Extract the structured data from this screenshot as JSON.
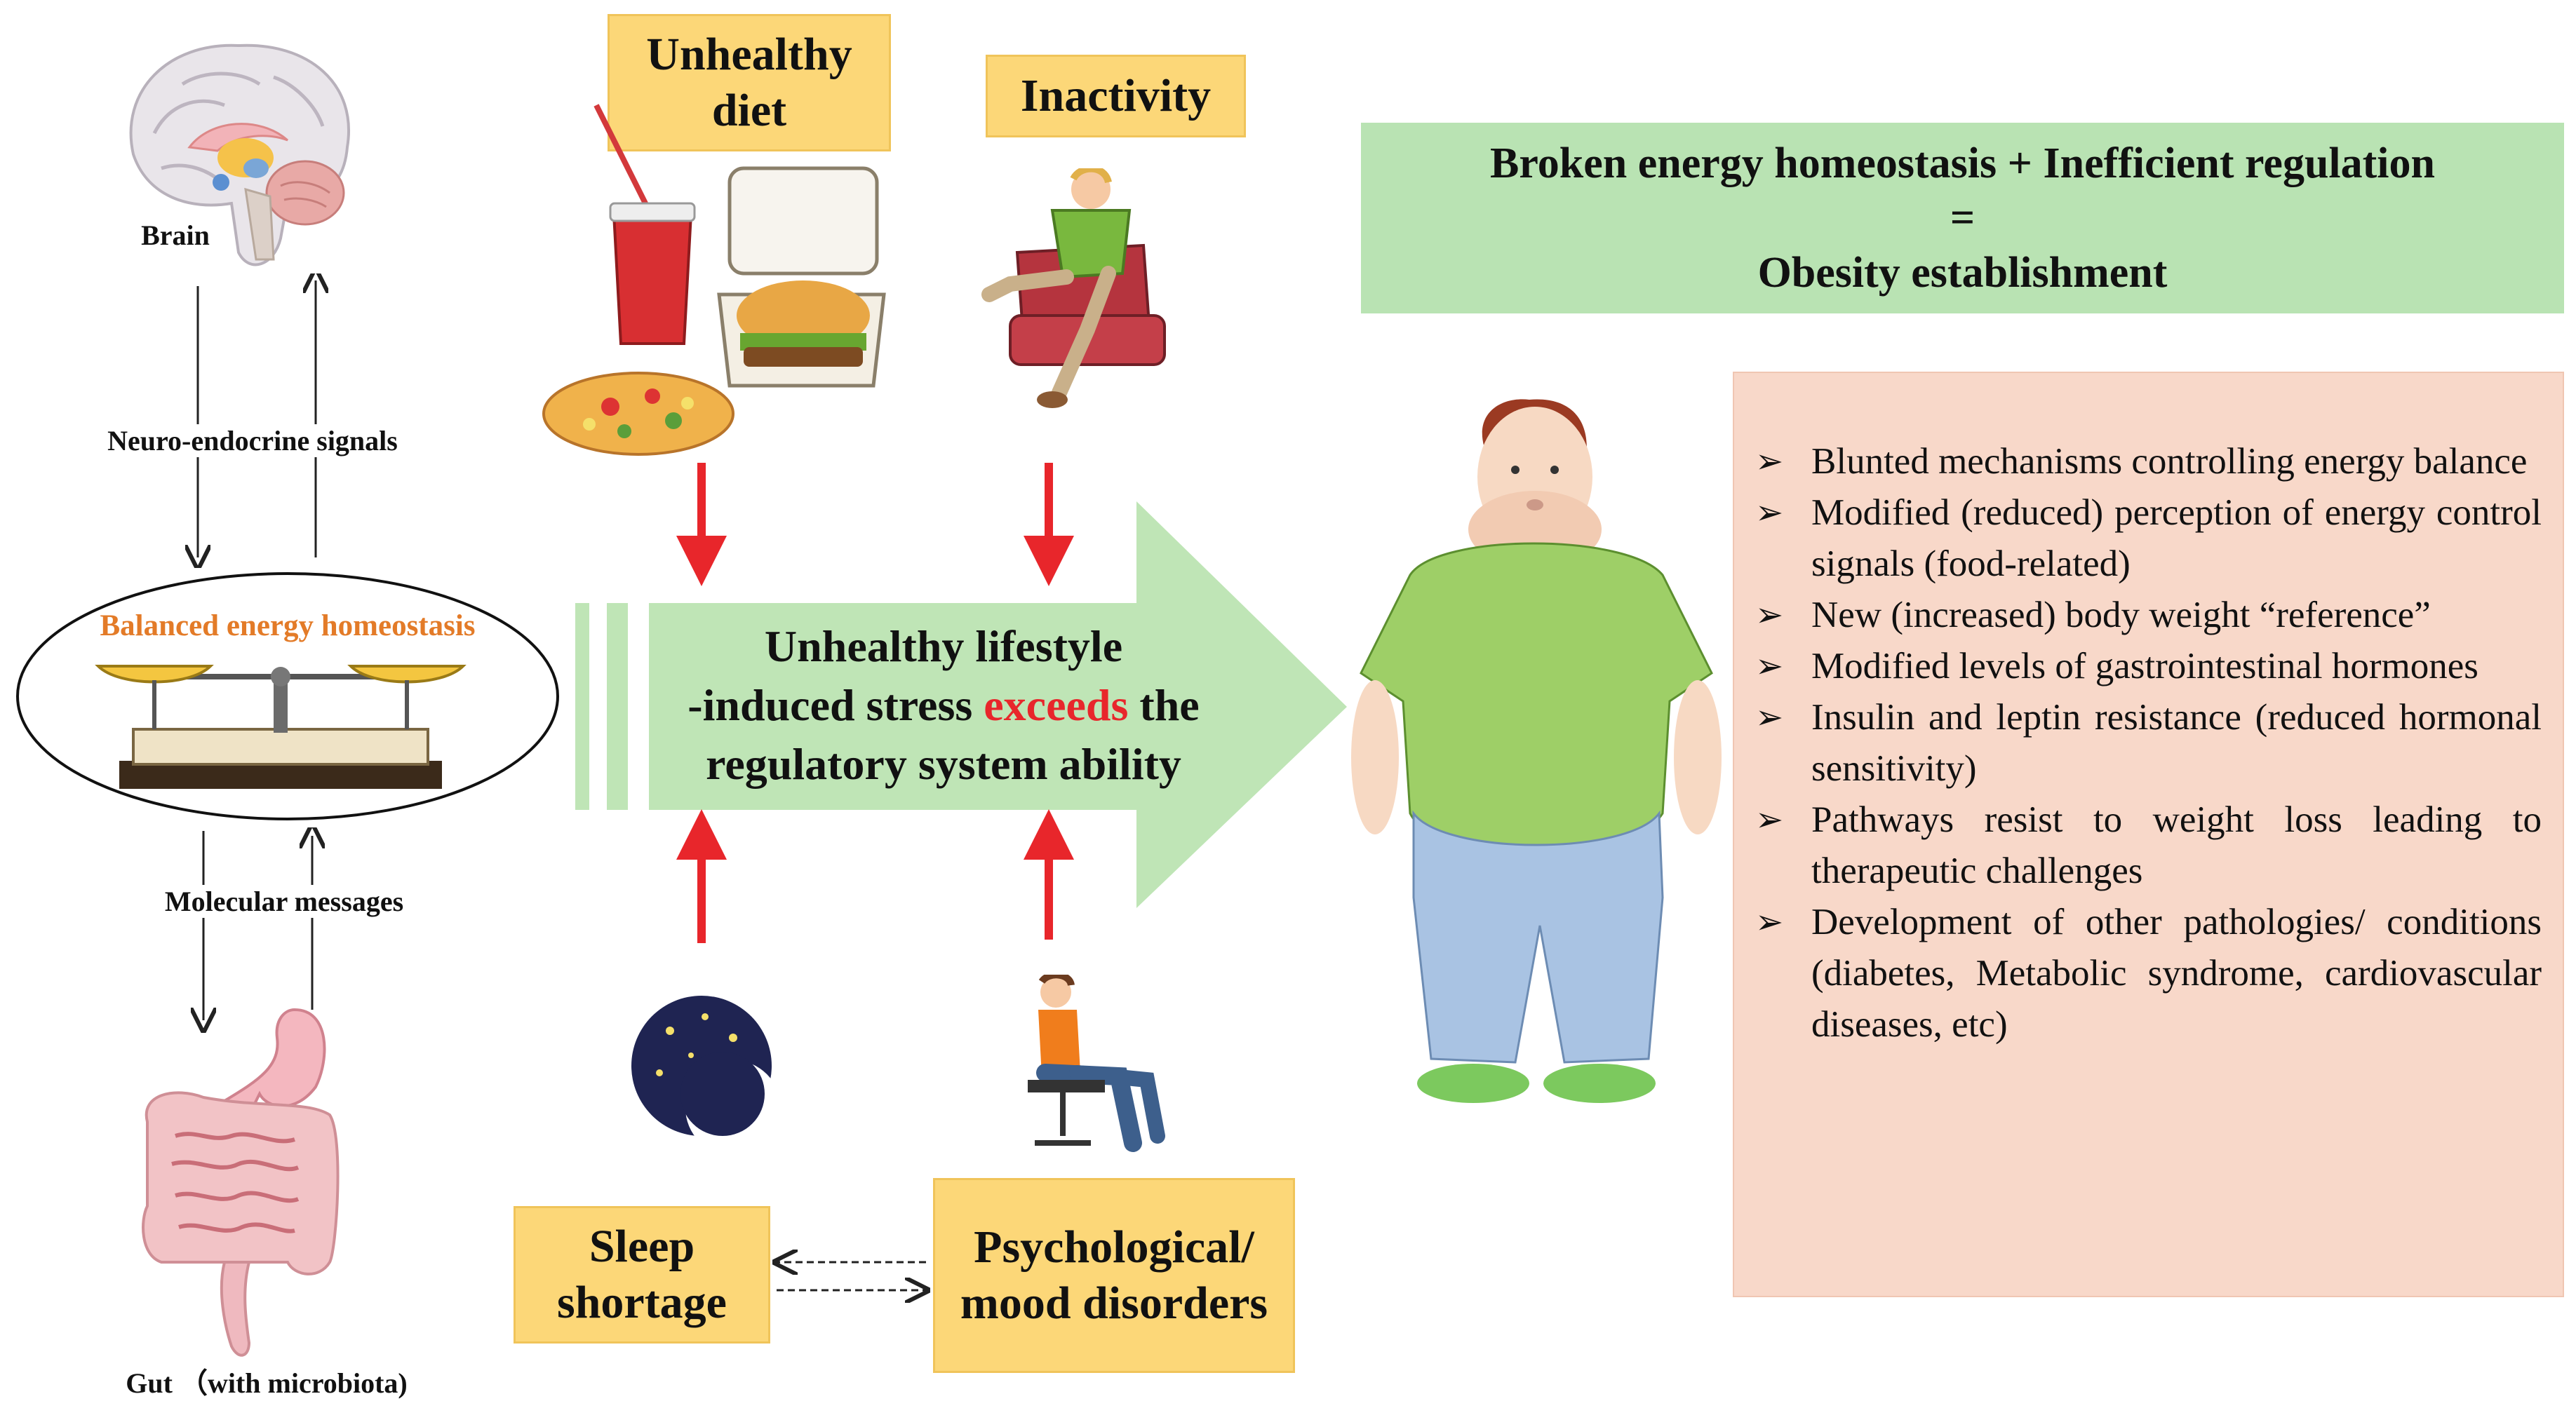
{
  "left_panel": {
    "brain_label": "Brain",
    "neuro_label": "Neuro-endocrine signals",
    "homeostasis_label": "Balanced energy homeostasis",
    "molecular_label": "Molecular messages",
    "gut_label": "Gut （with microbiota)"
  },
  "factors": {
    "unhealthy_diet": "Unhealthy diet",
    "inactivity": "Inactivity",
    "sleep_shortage": "Sleep shortage",
    "psych_disorders": "Psychological/ mood disorders"
  },
  "central_arrow": {
    "line1": "Unhealthy lifestyle",
    "line2_pre": "-induced stress ",
    "line2_highlight": "exceeds",
    "line2_post": " the",
    "line3": "regulatory system ability"
  },
  "result": {
    "line1": "Broken energy homeostasis + Inefficient regulation",
    "line2": "=",
    "line3": "Obesity establishment"
  },
  "consequences": {
    "bullet_symbol": "➢",
    "items": [
      "Blunted mechanisms controlling energy balance",
      "Modified (reduced) perception of energy control signals (food-related)",
      "New (increased) body weight “reference”",
      "Modified levels of gastrointestinal hormones",
      "Insulin and leptin resistance (reduced hormonal sensitivity)",
      "Pathways resist to weight loss leading to therapeutic challenges",
      "Development of other pathologies/ conditions (diabetes, Metabolic syndrome, cardiovascular diseases, etc)"
    ]
  },
  "colors": {
    "factor_box": "#fcd778",
    "result_box": "#b9e3b3",
    "consequence_box": "#f8d8c9",
    "big_arrow": "#bfe5b6",
    "red_arrow": "#e8262b",
    "homeostasis_text": "#e37b28"
  }
}
